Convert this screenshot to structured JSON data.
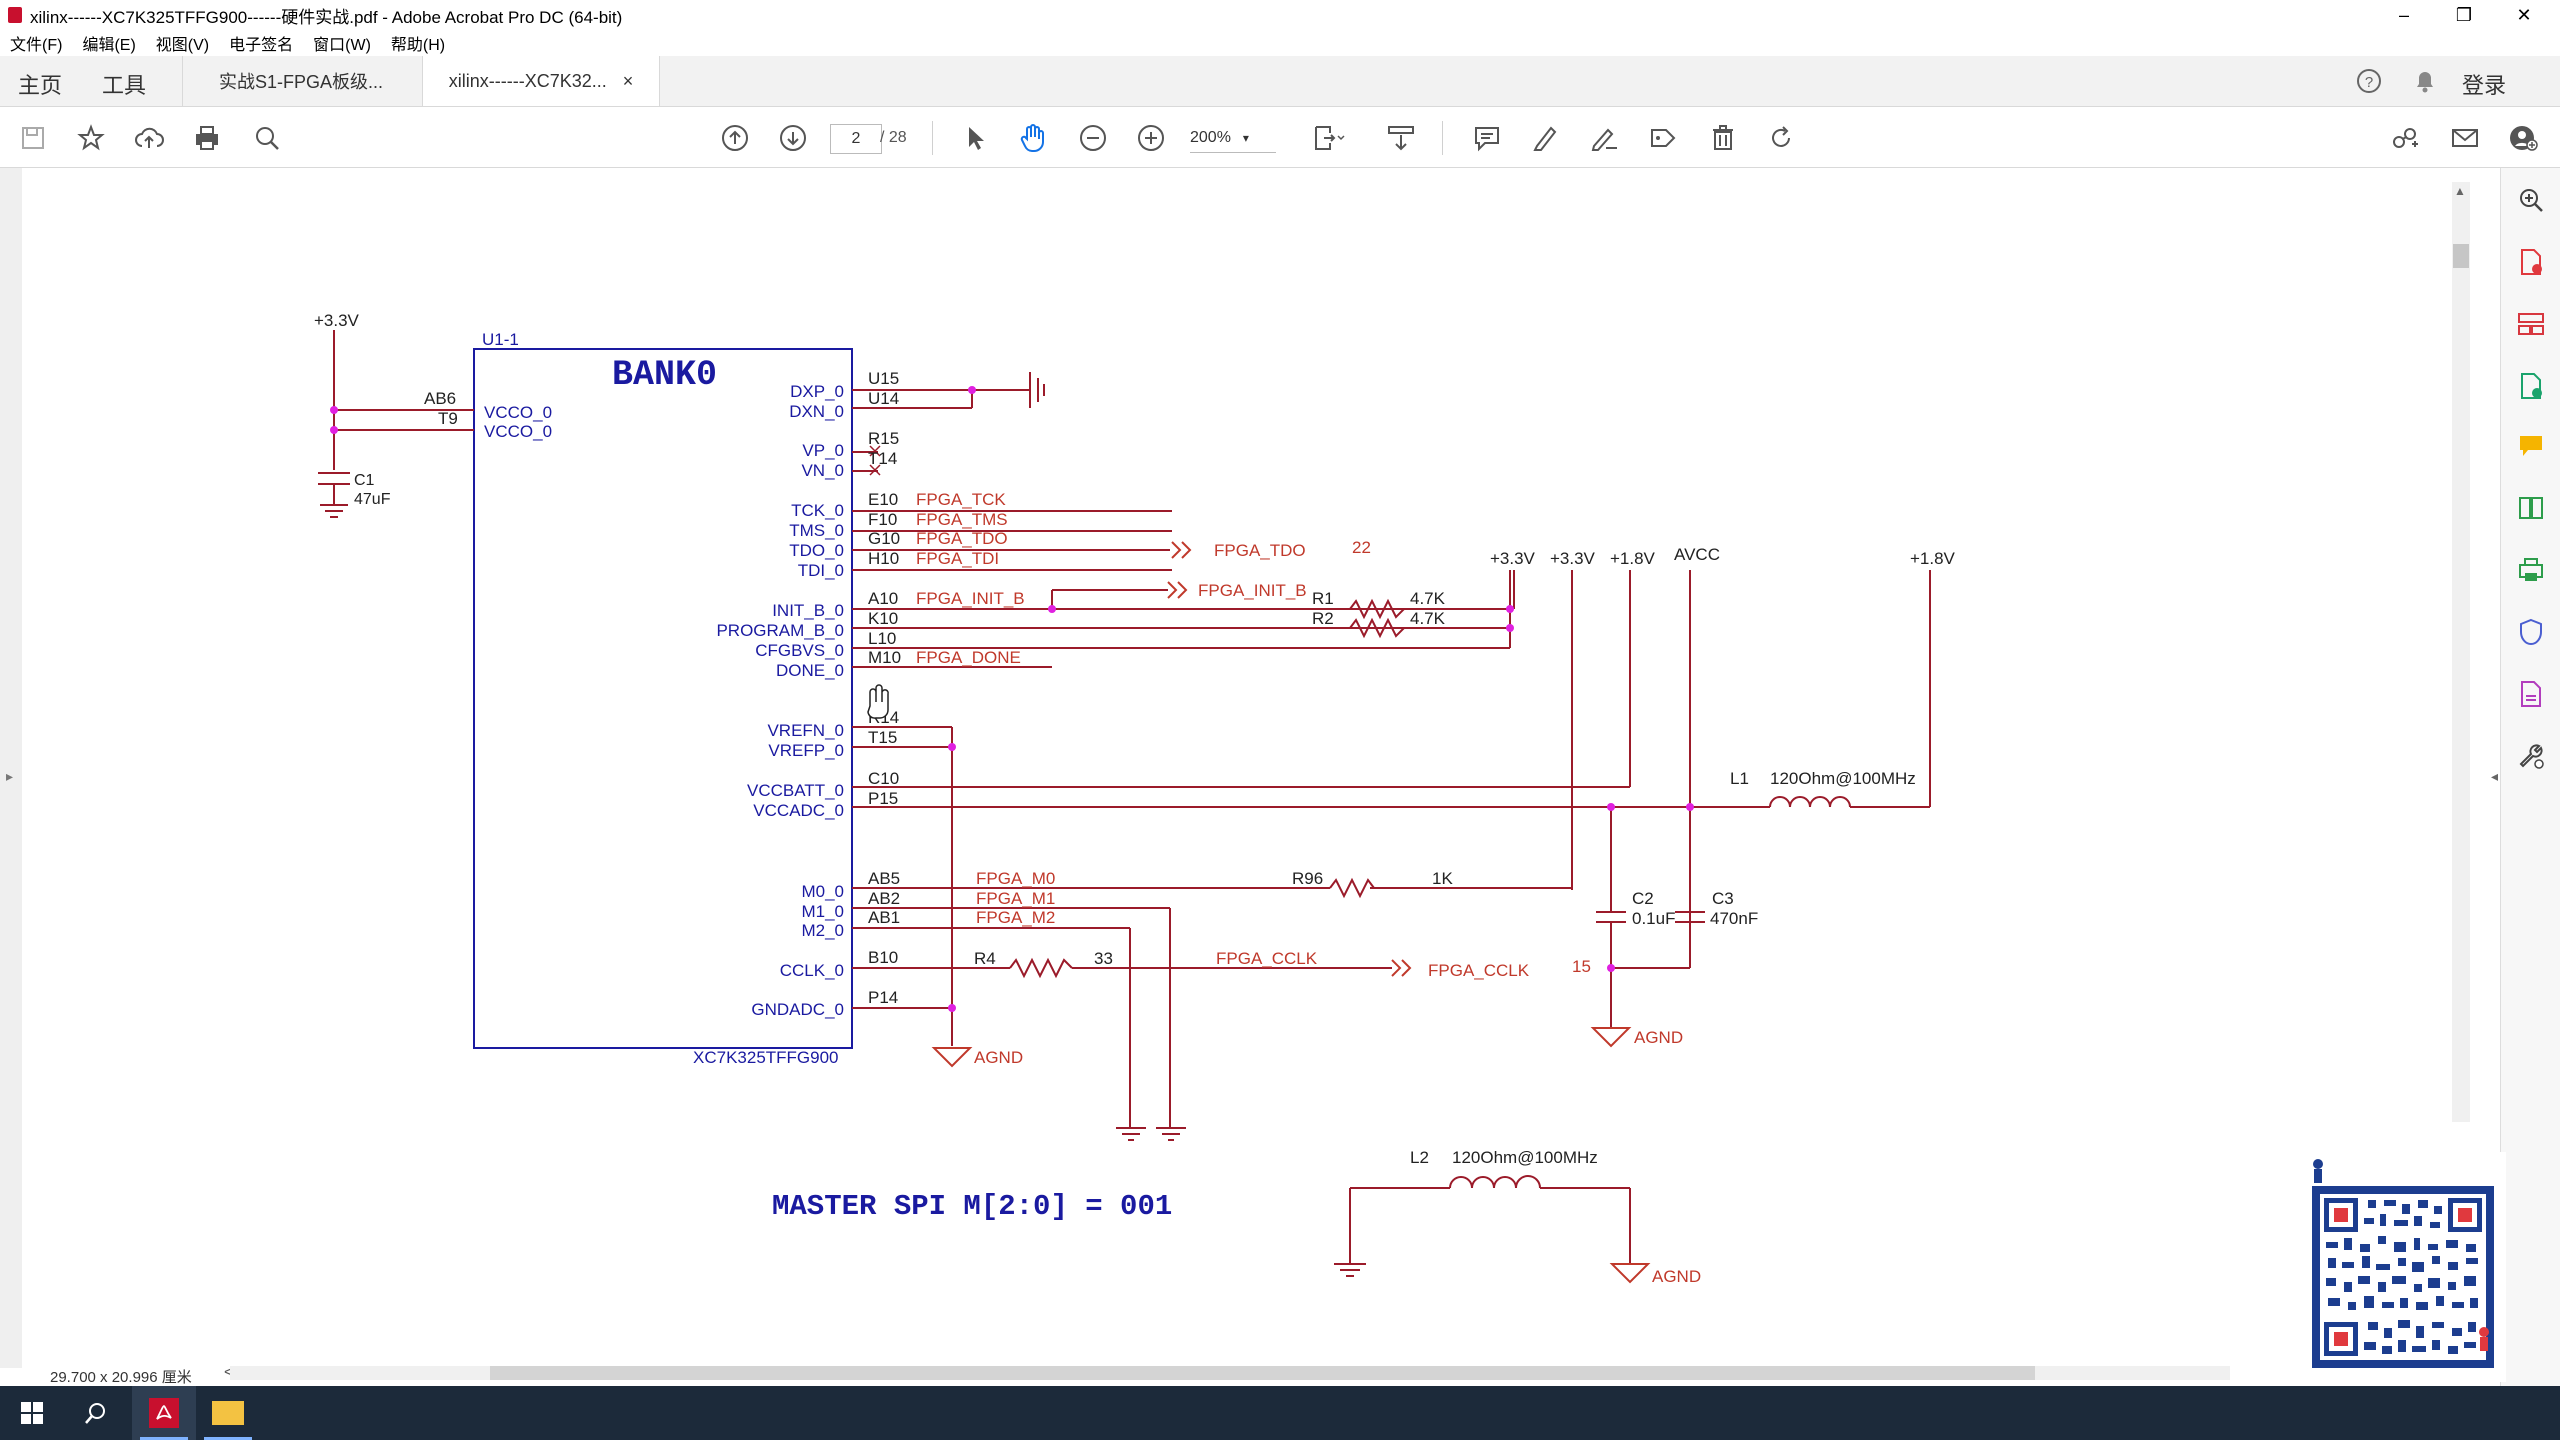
{
  "window": {
    "title": "xilinx------XC7K325TFFG900------硬件实战.pdf - Adobe Acrobat Pro DC (64-bit)",
    "minimize": "–",
    "restore": "❐",
    "close": "✕"
  },
  "menu": [
    "文件(F)",
    "编辑(E)",
    "视图(V)",
    "电子签名",
    "窗口(W)",
    "帮助(H)"
  ],
  "tabs": {
    "home": "主页",
    "tools": "工具",
    "doc1": "实战S1-FPGA板级...",
    "doc2": "xilinx------XC7K32...",
    "doc2_close": "×",
    "login": "登录"
  },
  "toolbar": {
    "page_current": "2",
    "page_total": "/ 28",
    "zoom": "200%"
  },
  "status": {
    "dimensions": "29.700 x 20.996 厘米",
    "scroll_left": "<"
  },
  "schematic": {
    "part_ref": "U1-1",
    "bank_title": "BANK0",
    "part_number": "XC7K325TFFG900",
    "left_power": "+3.3V",
    "cap_c1": "C1",
    "cap_c1_val": "47uF",
    "left_pins": [
      {
        "num": "AB6",
        "name": "VCCO_0"
      },
      {
        "num": "T9",
        "name": "VCCO_0"
      }
    ],
    "right_pins": [
      {
        "name": "DXP_0",
        "num": "U15"
      },
      {
        "name": "DXN_0",
        "num": "U14"
      },
      {
        "name": "VP_0",
        "num": "R15"
      },
      {
        "name": "VN_0",
        "num": "T14"
      },
      {
        "name": "TCK_0",
        "num": "E10",
        "net": "FPGA_TCK"
      },
      {
        "name": "TMS_0",
        "num": "F10",
        "net": "FPGA_TMS"
      },
      {
        "name": "TDO_0",
        "num": "G10",
        "net": "FPGA_TDO"
      },
      {
        "name": "TDI_0",
        "num": "H10",
        "net": "FPGA_TDI"
      },
      {
        "name": "INIT_B_0",
        "num": "A10",
        "net": "FPGA_INIT_B"
      },
      {
        "name": "PROGRAM_B_0",
        "num": "K10",
        "net": ""
      },
      {
        "name": "CFGBVS_0",
        "num": "L10",
        "net": ""
      },
      {
        "name": "DONE_0",
        "num": "M10",
        "net": "FPGA_DONE"
      },
      {
        "name": "VREFN_0",
        "num": "R14"
      },
      {
        "name": "VREFP_0",
        "num": "T15"
      },
      {
        "name": "VCCBATT_0",
        "num": "C10"
      },
      {
        "name": "VCCADC_0",
        "num": "P15"
      },
      {
        "name": "M0_0",
        "num": "AB5",
        "net": "FPGA_M0"
      },
      {
        "name": "M1_0",
        "num": "AB2",
        "net": "FPGA_M1"
      },
      {
        "name": "M2_0",
        "num": "AB1",
        "net": "FPGA_M2"
      },
      {
        "name": "CCLK_0",
        "num": "B10"
      },
      {
        "name": "GNDADC_0",
        "num": "P14"
      }
    ],
    "tdo_port": "FPGA_TDO",
    "tdo_page": "22",
    "init_port": "FPGA_INIT_B",
    "r1": "R1",
    "r1_val": "4.7K",
    "r2": "R2",
    "r2_val": "4.7K",
    "rail_labels": [
      "+3.3V",
      "+3.3V",
      "+1.8V",
      "AVCC",
      "+1.8V"
    ],
    "l1": "L1",
    "l1_val": "120Ohm@100MHz",
    "r96": "R96",
    "r96_val": "1K",
    "c2": "C2",
    "c2_val": "0.1uF",
    "c3": "C3",
    "c3_val": "470nF",
    "r4": "R4",
    "r4_val": "33",
    "cclk_net": "FPGA_CCLK",
    "cclk_port": "FPGA_CCLK",
    "cclk_page": "15",
    "agnd": "AGND",
    "l2": "L2",
    "l2_val": "120Ohm@100MHz",
    "spi_note": "MASTER SPI M[2:0] = 001"
  },
  "colors": {
    "schematic_blue": "#1a1aa0",
    "net_red": "#c0392b",
    "wire_red": "#9b1b2a",
    "junction": "#e020e0",
    "acrobat_red": "#c8102e",
    "taskbar": "#1c2a3a"
  }
}
